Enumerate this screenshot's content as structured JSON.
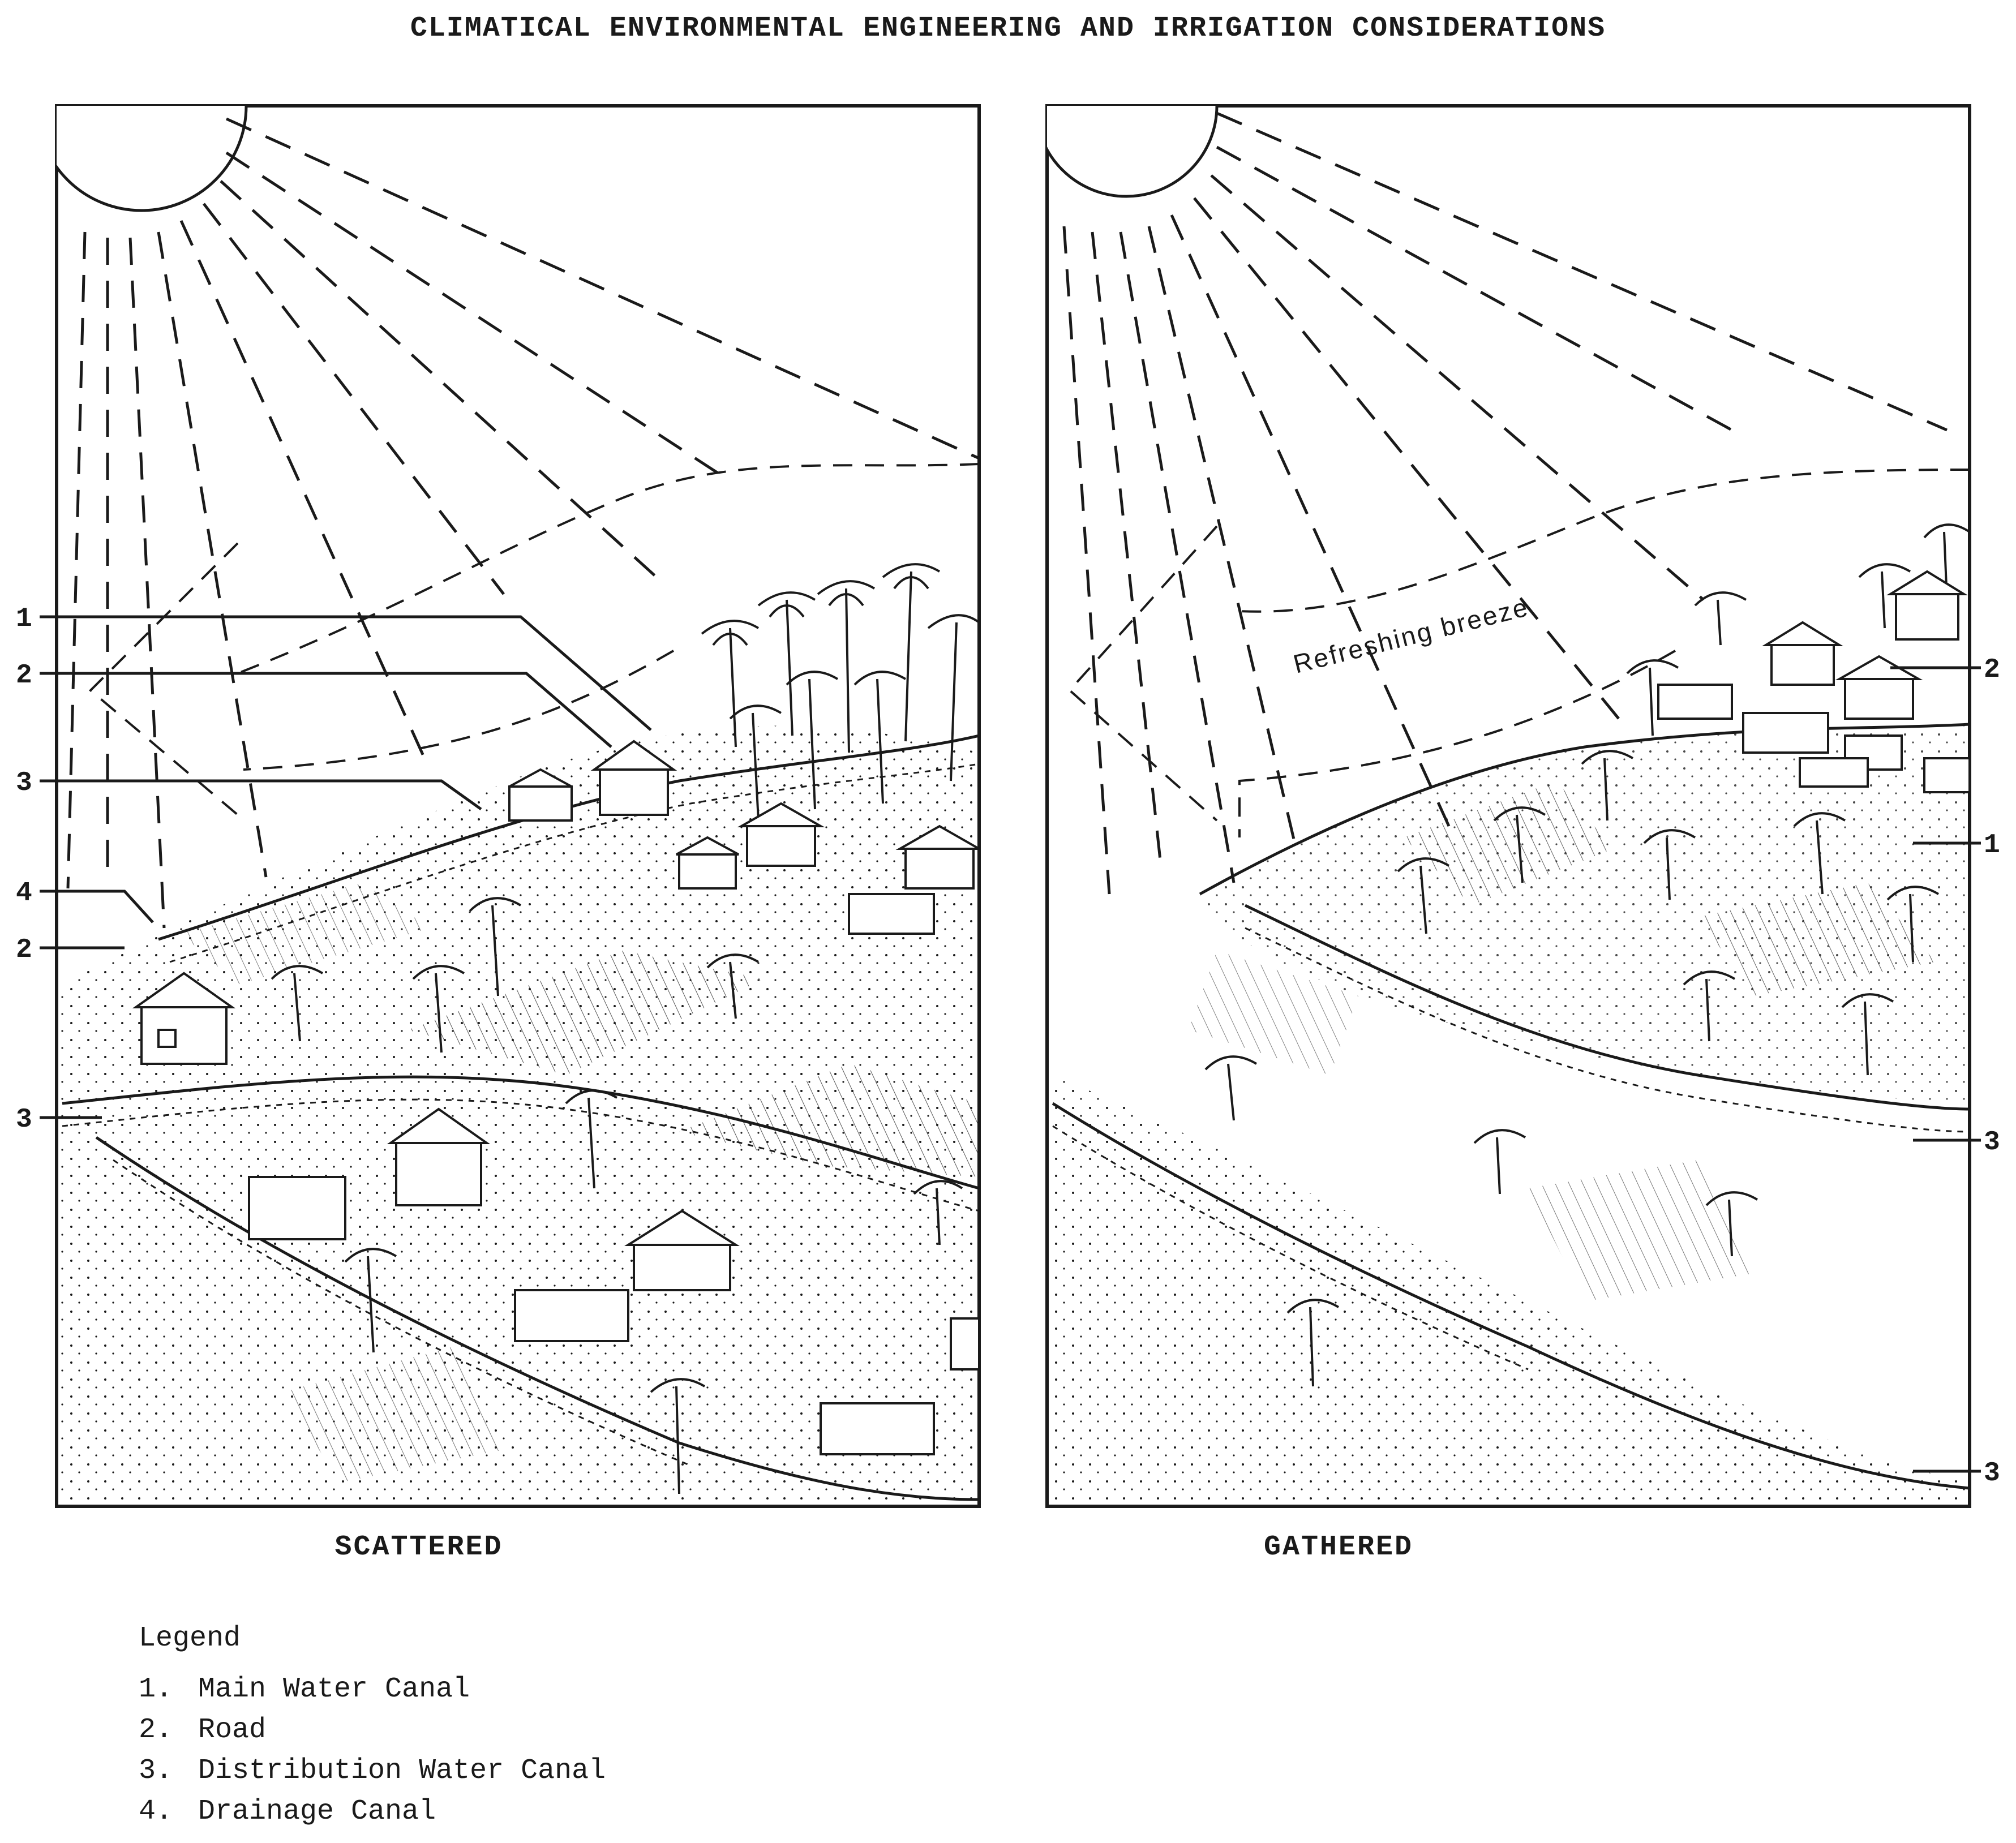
{
  "title": "CLIMATICAL ENVIRONMENTAL ENGINEERING AND IRRIGATION CONSIDERATIONS",
  "panels": {
    "scattered": {
      "caption": "SCATTERED",
      "callouts": [
        "1",
        "2",
        "3",
        "4",
        "2",
        "3"
      ]
    },
    "gathered": {
      "caption": "GATHERED",
      "annotation": "Refreshing breeze",
      "callouts": [
        "2",
        "1",
        "3",
        "3"
      ]
    }
  },
  "legend": {
    "title": "Legend",
    "items": [
      {
        "num": "1.",
        "label": "Main Water Canal"
      },
      {
        "num": "2.",
        "label": "Road"
      },
      {
        "num": "3.",
        "label": "Distribution Water Canal"
      },
      {
        "num": "4.",
        "label": "Drainage Canal"
      }
    ]
  },
  "colors": {
    "ink": "#1a1a1a",
    "paper": "#ffffff"
  }
}
